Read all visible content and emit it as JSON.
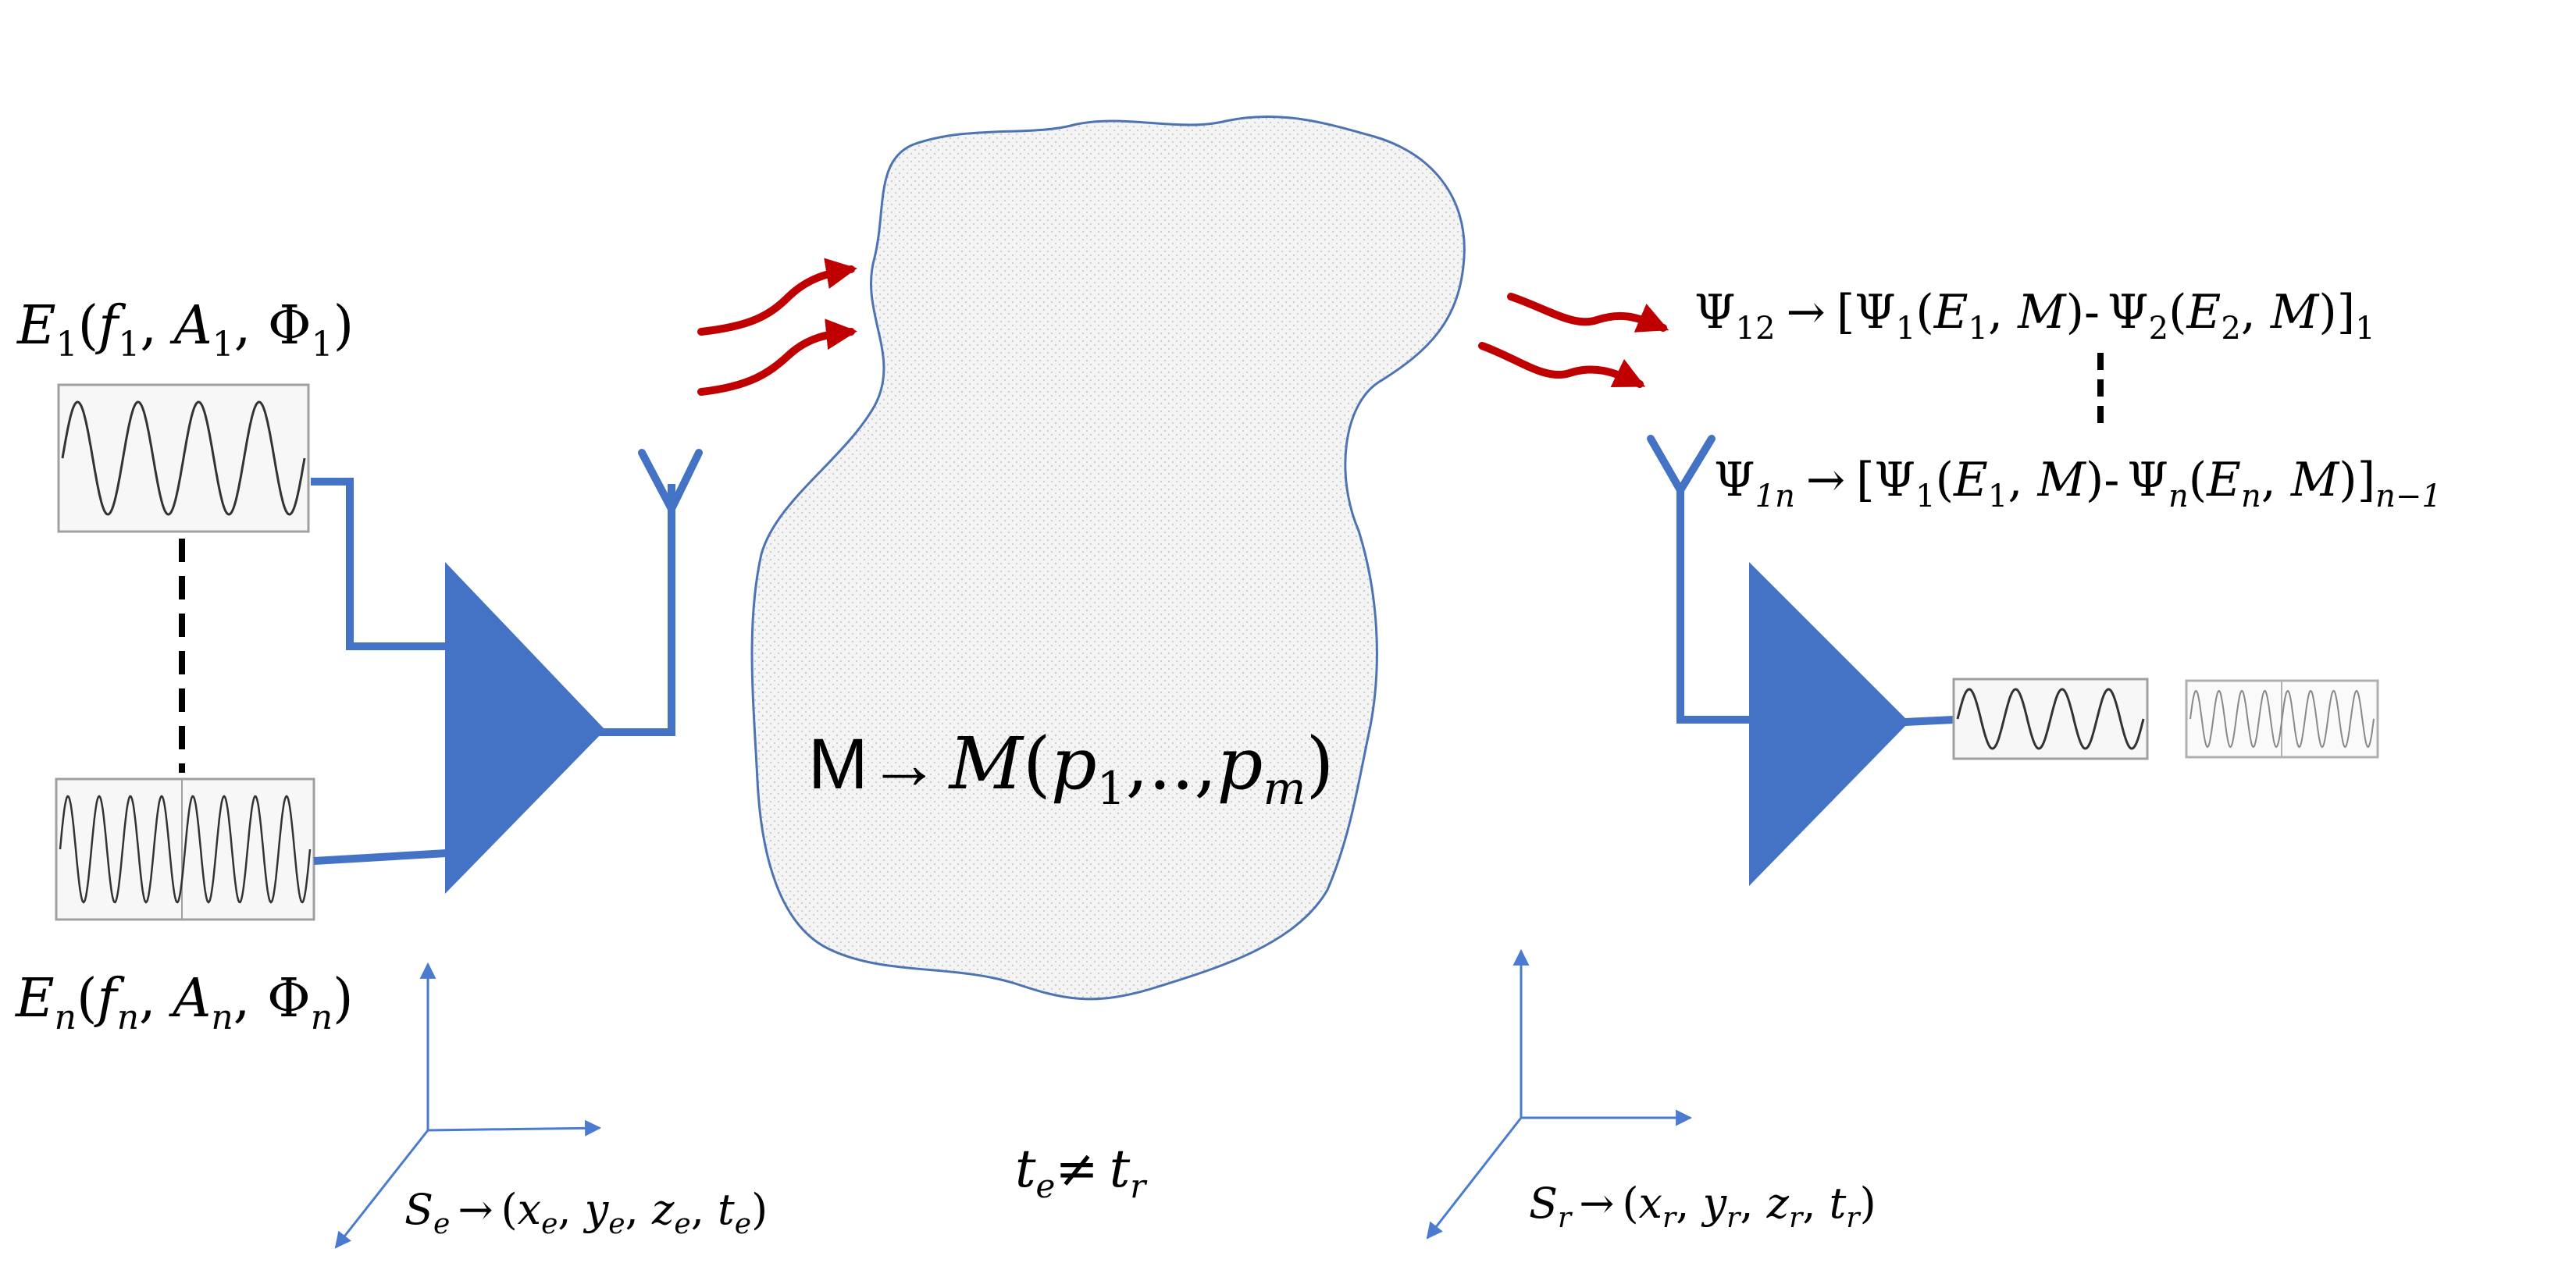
{
  "colors": {
    "blue": "#4472C4",
    "axis_blue": "#4A7BD0",
    "red_arrow": "#C00000",
    "medium_fill": "#F2F2F2",
    "medium_outline": "#4D73B3",
    "text": "#000000"
  },
  "labels": {
    "E1": {
      "base": "E",
      "sub": "1",
      "args": [
        "f",
        "1",
        "A",
        "1",
        "Φ",
        "1"
      ]
    },
    "En": {
      "base": "E",
      "sub": "n",
      "args": [
        "f",
        "n",
        "A",
        "n",
        "Φ",
        "n"
      ]
    },
    "medium": {
      "lhs": "M→",
      "rhs": "M",
      "args": [
        "p",
        "1",
        "p",
        "m"
      ],
      "dots": ",..,"
    },
    "time": {
      "a": "t",
      "a_sub": "e",
      "neq": "≠",
      "b": "t",
      "b_sub": "r"
    },
    "Se": {
      "base": "S",
      "sub": "e",
      "arrow": "→",
      "coords": [
        "x",
        "y",
        "z",
        "t"
      ],
      "coord_sub": "e"
    },
    "Sr": {
      "base": "S",
      "sub": "r",
      "arrow": "→",
      "coords": [
        "x",
        "y",
        "z",
        "t"
      ],
      "coord_sub": "r"
    },
    "psi12": {
      "psi": "Ψ",
      "sub": "12",
      "arrow": "→",
      "inner_a": "Ψ",
      "inner_a_sub": "1",
      "E_a": "E",
      "E_a_sub": "1",
      "M": "M",
      "dash": "-",
      "inner_b": "Ψ",
      "inner_b_sub": "2",
      "E_b": "E",
      "E_b_sub": "2",
      "outer_sub": "1"
    },
    "psi1n": {
      "psi": "Ψ",
      "sub": "1n",
      "arrow": "→",
      "inner_a": "Ψ",
      "inner_a_sub": "1",
      "E_a": "E",
      "E_a_sub": "1",
      "M": "M",
      "dash": "-",
      "inner_b": "Ψ",
      "inner_b_sub": "n",
      "E_b": "E",
      "E_b_sub": "n",
      "outer_sub": "n−1"
    }
  }
}
